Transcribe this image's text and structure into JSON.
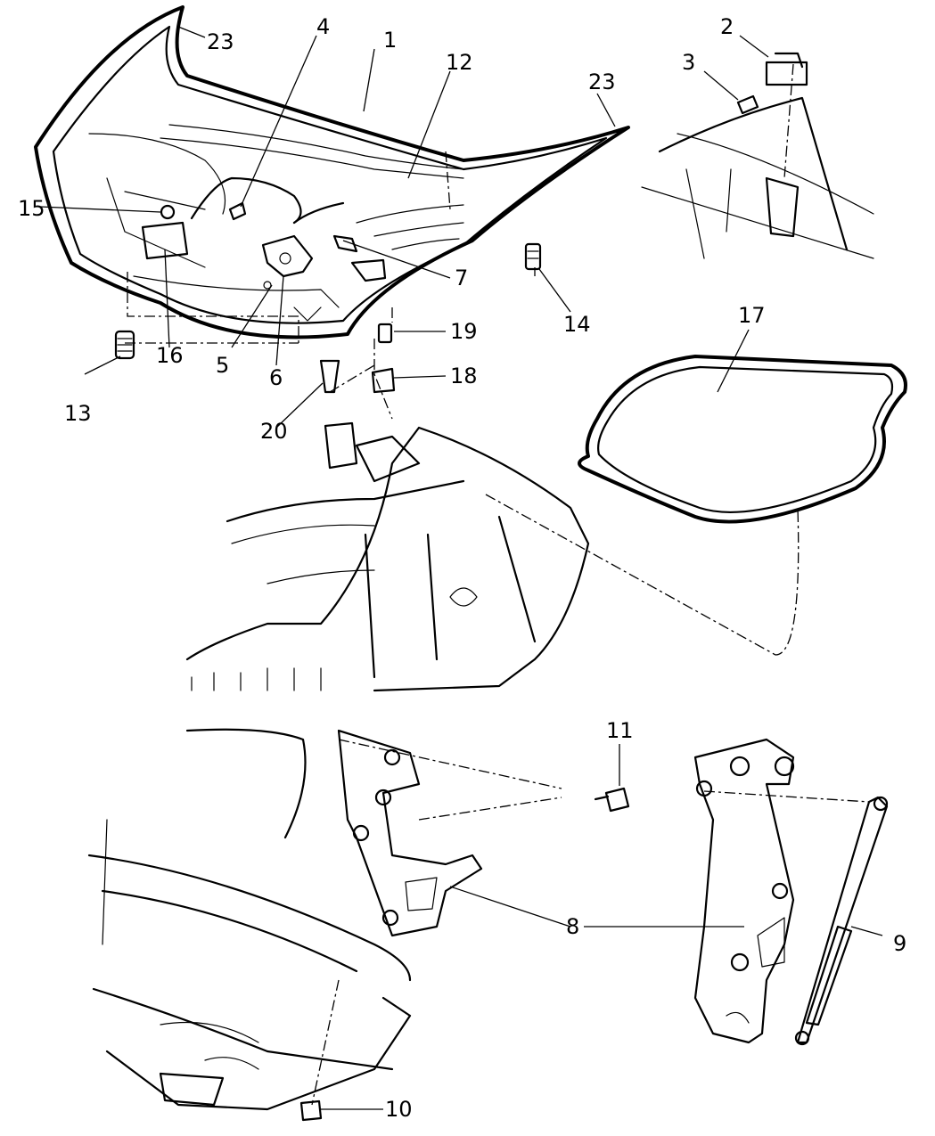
{
  "diagram": {
    "callouts": {
      "c1": "1",
      "c2": "2",
      "c3": "3",
      "c4": "4",
      "c5": "5",
      "c6": "6",
      "c7": "7",
      "c8": "8",
      "c9": "9",
      "c10": "10",
      "c11": "11",
      "c12": "12",
      "c13": "13",
      "c14": "14",
      "c15": "15",
      "c16": "16",
      "c17": "17",
      "c18": "18",
      "c19": "19",
      "c20": "20",
      "c23a": "23",
      "c23b": "23"
    }
  }
}
